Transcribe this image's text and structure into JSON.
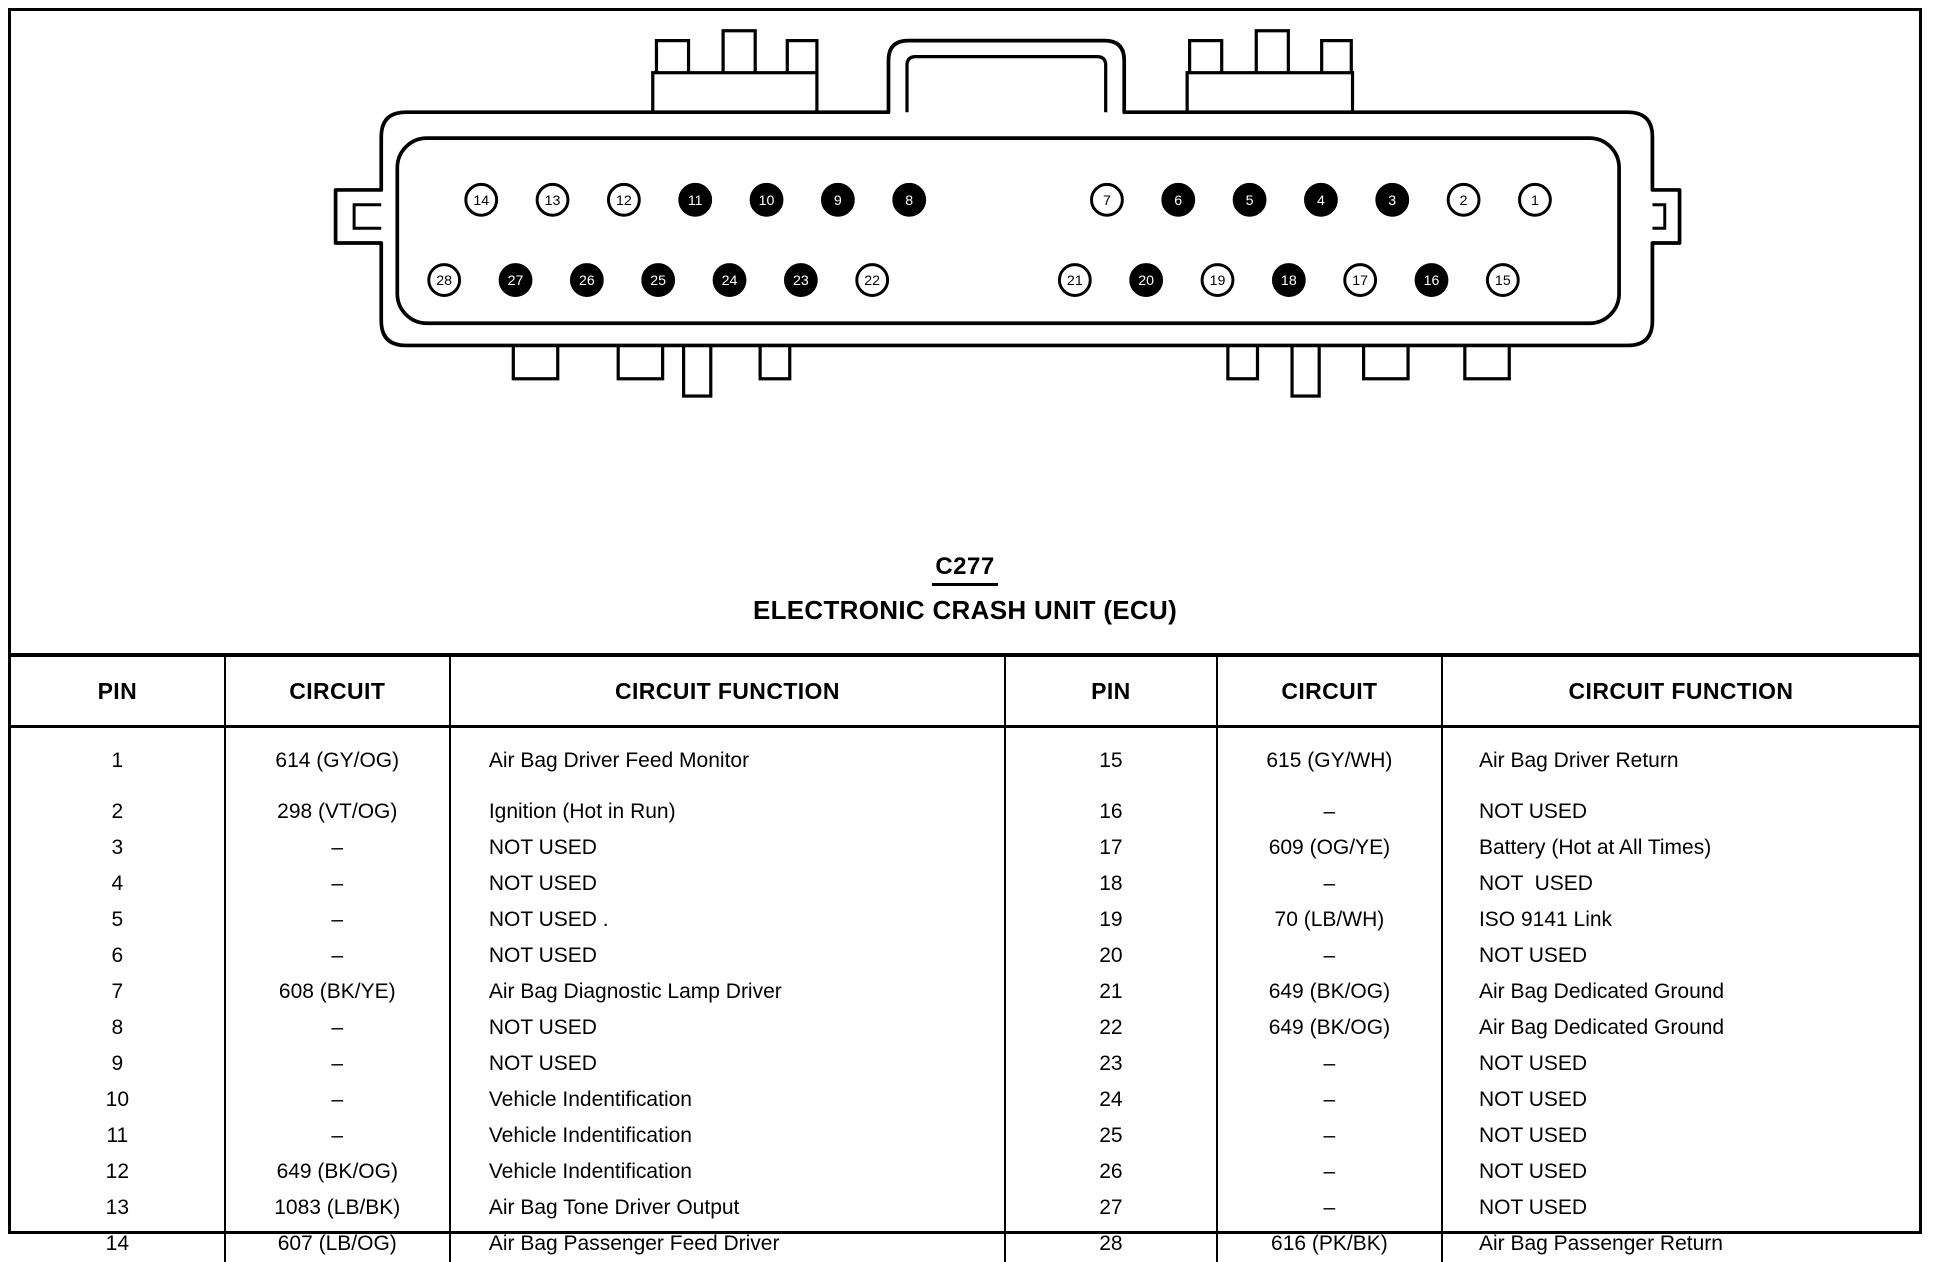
{
  "page": {
    "connector_id": "C277",
    "connector_name": "ELECTRONIC CRASH UNIT (ECU)"
  },
  "colors": {
    "ink": "#000000",
    "paper": "#ffffff"
  },
  "connector_pins": {
    "top_row": [
      {
        "pin": "14",
        "filled": false
      },
      {
        "pin": "13",
        "filled": false
      },
      {
        "pin": "12",
        "filled": false
      },
      {
        "pin": "11",
        "filled": true
      },
      {
        "pin": "10",
        "filled": true
      },
      {
        "pin": "9",
        "filled": true
      },
      {
        "pin": "8",
        "filled": true
      },
      {
        "pin": "7",
        "filled": false
      },
      {
        "pin": "6",
        "filled": true
      },
      {
        "pin": "5",
        "filled": true
      },
      {
        "pin": "4",
        "filled": true
      },
      {
        "pin": "3",
        "filled": true
      },
      {
        "pin": "2",
        "filled": false
      },
      {
        "pin": "1",
        "filled": false
      }
    ],
    "bottom_row": [
      {
        "pin": "28",
        "filled": false
      },
      {
        "pin": "27",
        "filled": true
      },
      {
        "pin": "26",
        "filled": true
      },
      {
        "pin": "25",
        "filled": true
      },
      {
        "pin": "24",
        "filled": true
      },
      {
        "pin": "23",
        "filled": true
      },
      {
        "pin": "22",
        "filled": false
      },
      {
        "pin": "21",
        "filled": false
      },
      {
        "pin": "20",
        "filled": true
      },
      {
        "pin": "19",
        "filled": false
      },
      {
        "pin": "18",
        "filled": true
      },
      {
        "pin": "17",
        "filled": false
      },
      {
        "pin": "16",
        "filled": true
      },
      {
        "pin": "15",
        "filled": false
      }
    ]
  },
  "table": {
    "headers": [
      "PIN",
      "CIRCUIT",
      "CIRCUIT FUNCTION",
      "PIN",
      "CIRCUIT",
      "CIRCUIT FUNCTION"
    ],
    "rows": [
      [
        "1",
        "614 (GY/OG)",
        "Air Bag Driver Feed Monitor",
        "15",
        "615 (GY/WH)",
        "Air Bag Driver Return"
      ],
      [
        "2",
        "298 (VT/OG)",
        "Ignition (Hot in Run)",
        "16",
        "–",
        "NOT USED"
      ],
      [
        "3",
        "–",
        "NOT USED",
        "17",
        "609 (OG/YE)",
        "Battery (Hot at All Times)"
      ],
      [
        "4",
        "–",
        "NOT USED",
        "18",
        "–",
        "NOT  USED"
      ],
      [
        "5",
        "–",
        "NOT USED .",
        "19",
        "70 (LB/WH)",
        "ISO 9141 Link"
      ],
      [
        "6",
        "–",
        "NOT USED",
        "20",
        "–",
        "NOT USED"
      ],
      [
        "7",
        "608 (BK/YE)",
        "Air Bag Diagnostic Lamp Driver",
        "21",
        "649 (BK/OG)",
        "Air Bag Dedicated Ground"
      ],
      [
        "8",
        "–",
        "NOT USED",
        "22",
        "649 (BK/OG)",
        "Air Bag Dedicated Ground"
      ],
      [
        "9",
        "–",
        "NOT USED",
        "23",
        "–",
        "NOT USED"
      ],
      [
        "10",
        "–",
        "Vehicle Indentification",
        "24",
        "–",
        "NOT USED"
      ],
      [
        "11",
        "–",
        "Vehicle Indentification",
        "25",
        "–",
        "NOT USED"
      ],
      [
        "12",
        "649 (BK/OG)",
        "Vehicle Indentification",
        "26",
        "–",
        "NOT USED"
      ],
      [
        "13",
        "1083 (LB/BK)",
        "Air Bag Tone Driver Output",
        "27",
        "–",
        "NOT USED"
      ],
      [
        "14",
        "607 (LB/OG)",
        "Air Bag Passenger Feed Driver",
        "28",
        "616 (PK/BK)",
        "Air Bag Passenger Return"
      ]
    ]
  }
}
